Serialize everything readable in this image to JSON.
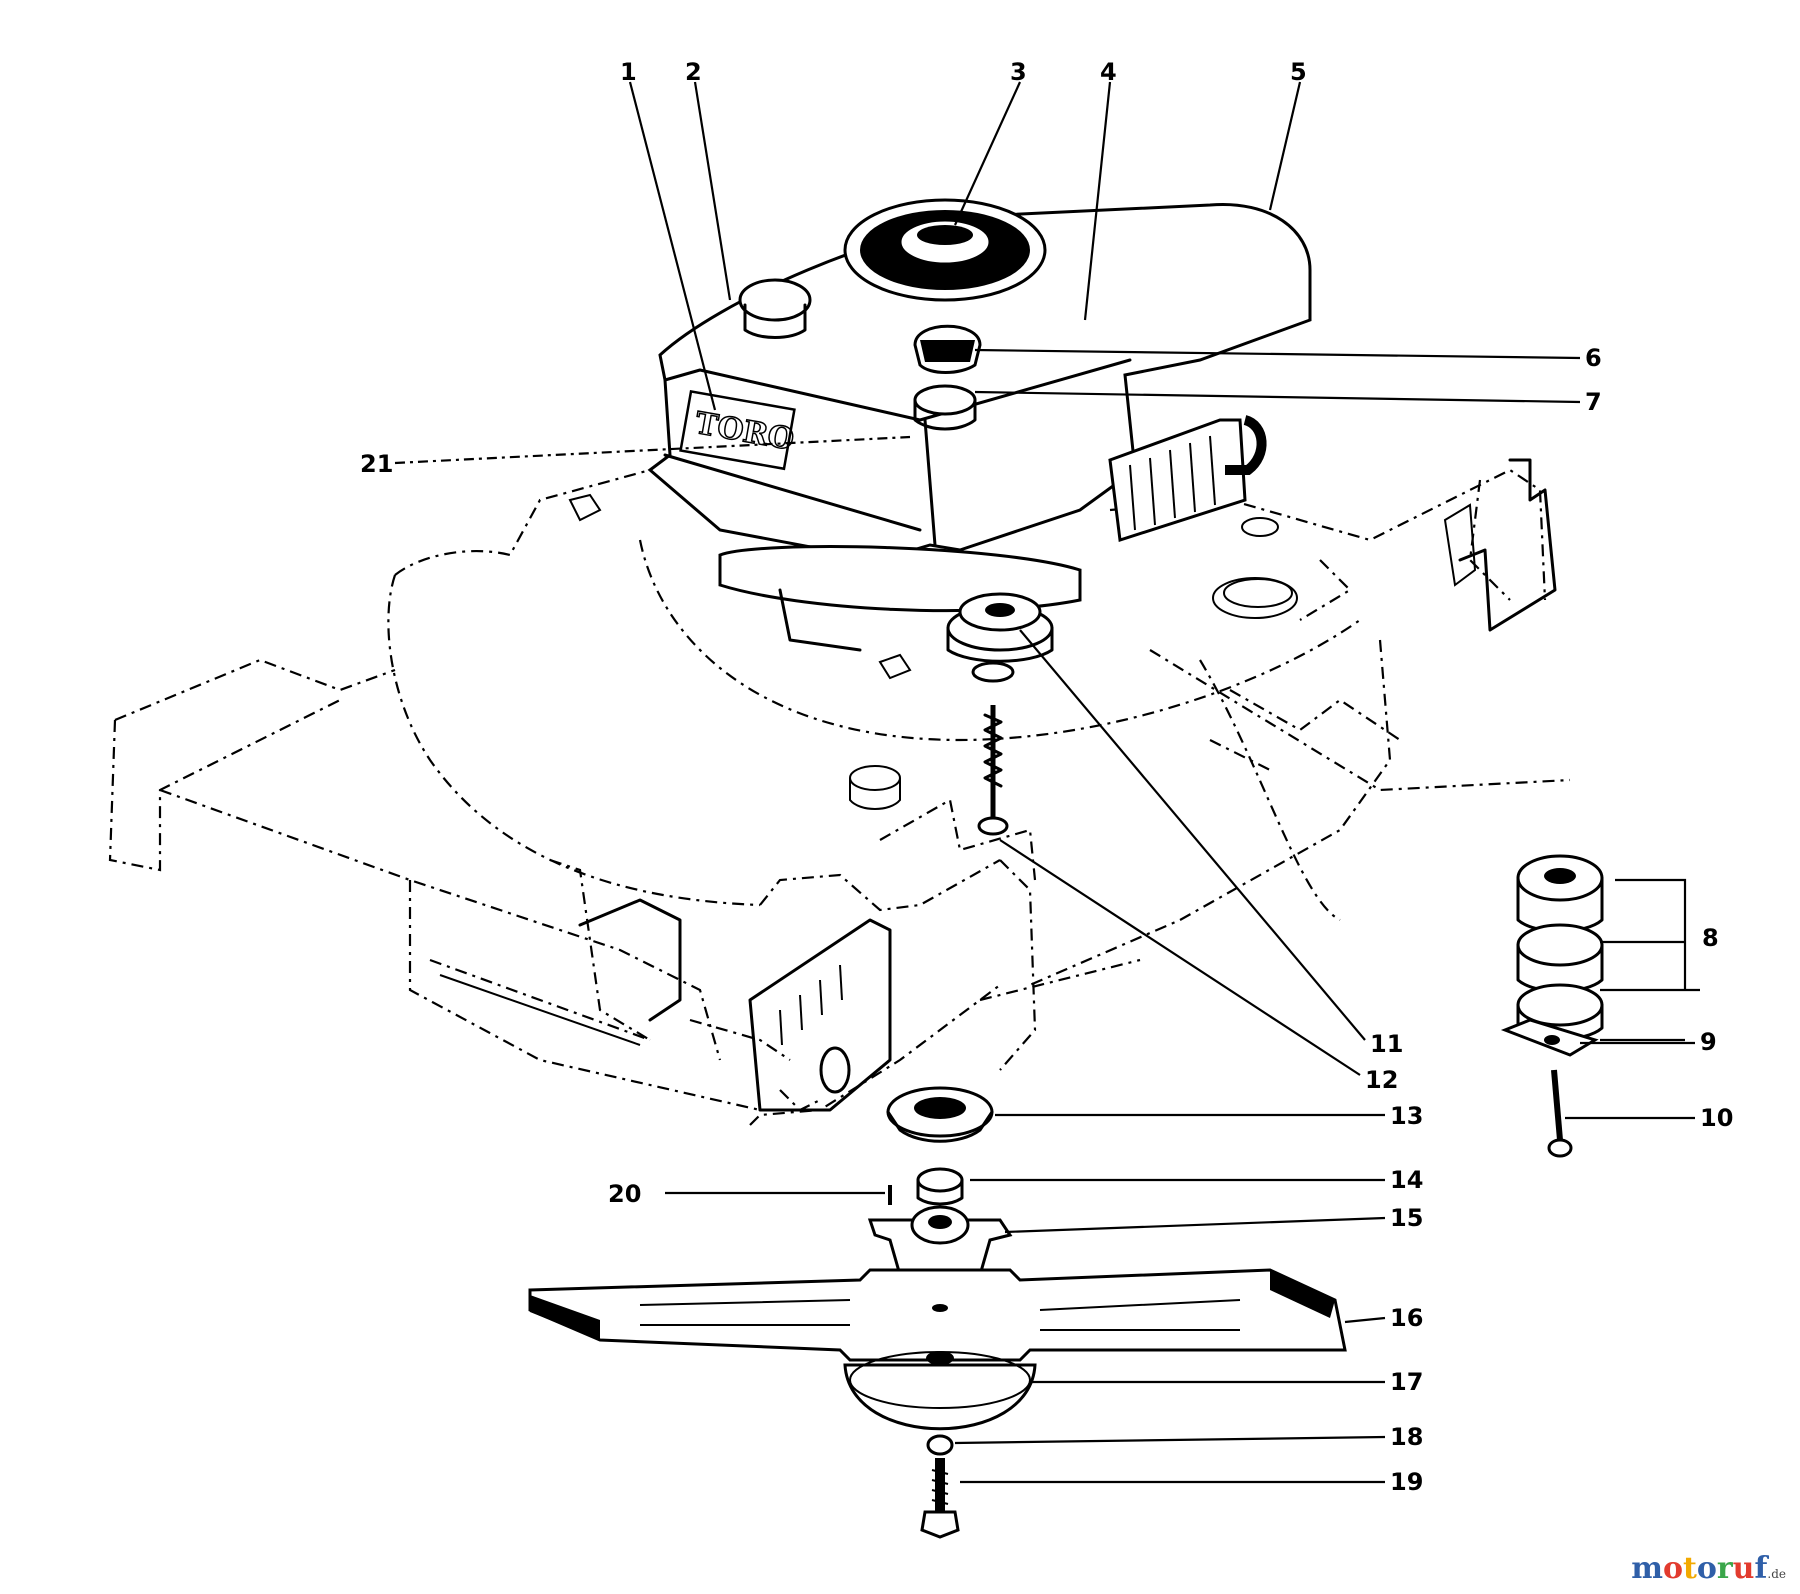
{
  "callouts": [
    {
      "id": "c1",
      "label": "1"
    },
    {
      "id": "c2",
      "label": "2"
    },
    {
      "id": "c3",
      "label": "3"
    },
    {
      "id": "c4",
      "label": "4"
    },
    {
      "id": "c5",
      "label": "5"
    },
    {
      "id": "c6",
      "label": "6"
    },
    {
      "id": "c7",
      "label": "7"
    },
    {
      "id": "c8",
      "label": "8"
    },
    {
      "id": "c9",
      "label": "9"
    },
    {
      "id": "c10",
      "label": "10"
    },
    {
      "id": "c11",
      "label": "11"
    },
    {
      "id": "c12",
      "label": "12"
    },
    {
      "id": "c13",
      "label": "13"
    },
    {
      "id": "c14",
      "label": "14"
    },
    {
      "id": "c15",
      "label": "15"
    },
    {
      "id": "c16",
      "label": "16"
    },
    {
      "id": "c17",
      "label": "17"
    },
    {
      "id": "c18",
      "label": "18"
    },
    {
      "id": "c19",
      "label": "19"
    },
    {
      "id": "c20",
      "label": "20"
    },
    {
      "id": "c21",
      "label": "21"
    }
  ],
  "engine_logo": "TORO",
  "watermark": {
    "letters": [
      "m",
      "o",
      "t",
      "o",
      "r",
      "u",
      "f"
    ],
    "colors": [
      "#2f5fa8",
      "#e23b2e",
      "#f2a900",
      "#2f5fa8",
      "#3aa64a",
      "#e23b2e",
      "#2f5fa8"
    ],
    "suffix": ".de"
  }
}
